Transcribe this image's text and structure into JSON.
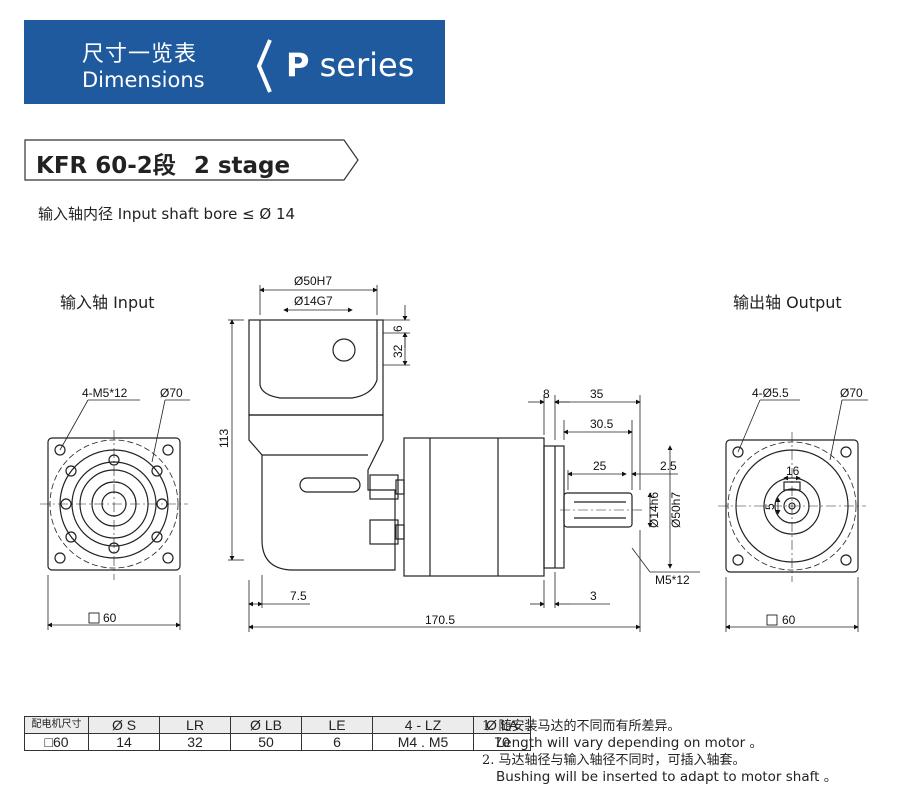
{
  "banner": {
    "title_cn": "尺寸一览表",
    "title_en": "Dimensions",
    "series_letter": "P",
    "series_word": "series"
  },
  "model": {
    "code": "KFR 60-2段",
    "stage": "2 stage"
  },
  "bore_note": "输入轴内径 Input shaft bore ≤ Ø 14",
  "views": {
    "input_label": "输入轴  Input",
    "output_label": "输出轴  Output"
  },
  "dimensions": {
    "input_holes": "4-M5*12",
    "input_pcd": "Ø70",
    "input_square": "60",
    "bore_h7": "Ø50H7",
    "bore_g7": "Ø14G7",
    "depth_6": "6",
    "depth_32": "32",
    "height_113": "113",
    "len_8": "8",
    "len_35": "35",
    "len_30_5": "30.5",
    "len_25": "25",
    "len_2_5": "2.5",
    "shaft_14h6": "Ø14h6",
    "pilot_50h7": "Ø50h7",
    "tap_m5": "M5*12",
    "len_7_5": "7.5",
    "len_3": "3",
    "total_170_5": "170.5",
    "output_holes": "4-Ø5.5",
    "output_pcd": "Ø70",
    "key_16": "16",
    "key_5": "5",
    "output_square": "60"
  },
  "table": {
    "headers": [
      "配电机尺寸",
      "Ø S",
      "LR",
      "Ø LB",
      "LE",
      "4 - LZ",
      "Ø LA"
    ],
    "rows": [
      [
        "□60",
        "14",
        "32",
        "50",
        "6",
        "M4 . M5",
        "70"
      ]
    ]
  },
  "notes": [
    {
      "cn": "1. 随安装马达的不同而有所差异。",
      "en": "Length will vary depending on motor 。"
    },
    {
      "cn": "2. 马达轴径与输入轴径不同时，可插入轴套。",
      "en": "Bushing will be inserted to adapt to motor shaft 。"
    }
  ]
}
